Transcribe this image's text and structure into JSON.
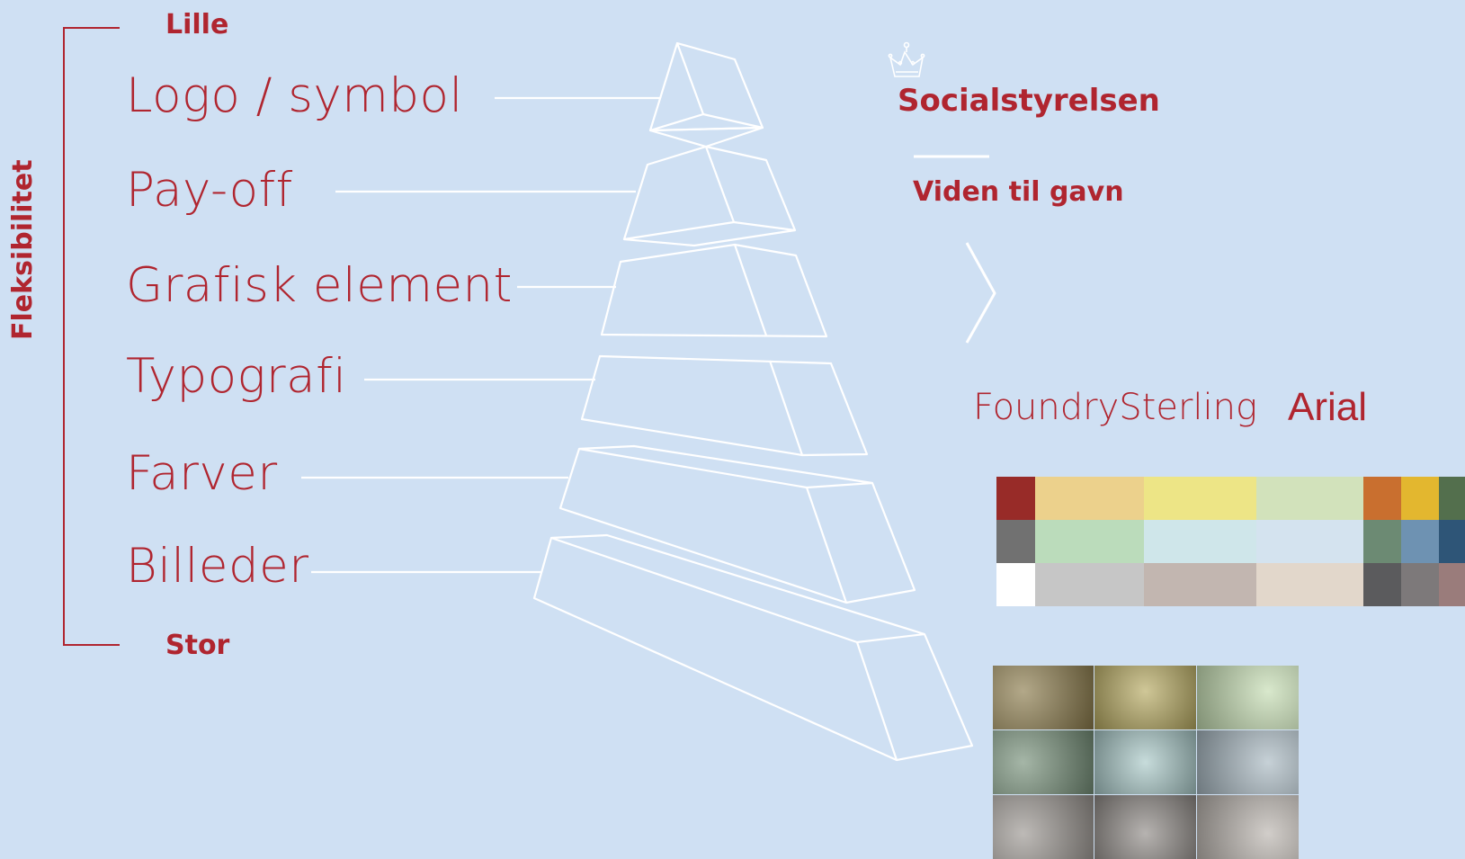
{
  "axis": {
    "top": "Lille",
    "bottom": "Stor",
    "label": "Fleksibilitet"
  },
  "layers": [
    {
      "label": "Logo / symbol"
    },
    {
      "label": "Pay-off"
    },
    {
      "label": "Grafisk element"
    },
    {
      "label": "Typografi"
    },
    {
      "label": "Farver"
    },
    {
      "label": "Billeder"
    }
  ],
  "brand": {
    "name": "Socialstyrelsen",
    "payoff": "Viden til gavn"
  },
  "typography": {
    "primary": "FoundrySterling",
    "secondary": "Arial"
  },
  "palette": [
    [
      "#982b28",
      "#ecd18c",
      "#ede586",
      "#d2e2bb",
      "#c96f2f",
      "#e3b72f",
      "#536f4d"
    ],
    [
      "#717171",
      "#bbdcbb",
      "#cfe6ea",
      "#d4e3ef",
      "#6c8a73",
      "#6e92b2",
      "#2e5577"
    ],
    [
      "#ffffff",
      "#c6c6c6",
      "#c2b6b0",
      "#e2d7cb",
      "#5b5b5d",
      "#7d797a",
      "#9a7c7b"
    ]
  ],
  "photo_tints": [
    [
      "#8a7a4a",
      "#b6a960",
      "#c4dcb1"
    ],
    [
      "#758f78",
      "#a9c9c8",
      "#a8b8c1"
    ],
    [
      "#9a9590",
      "#8f8a86",
      "#b9b3ad"
    ]
  ],
  "colors": {
    "background": "#cfe0f3",
    "accent": "#b0252f",
    "line": "#ffffff"
  }
}
